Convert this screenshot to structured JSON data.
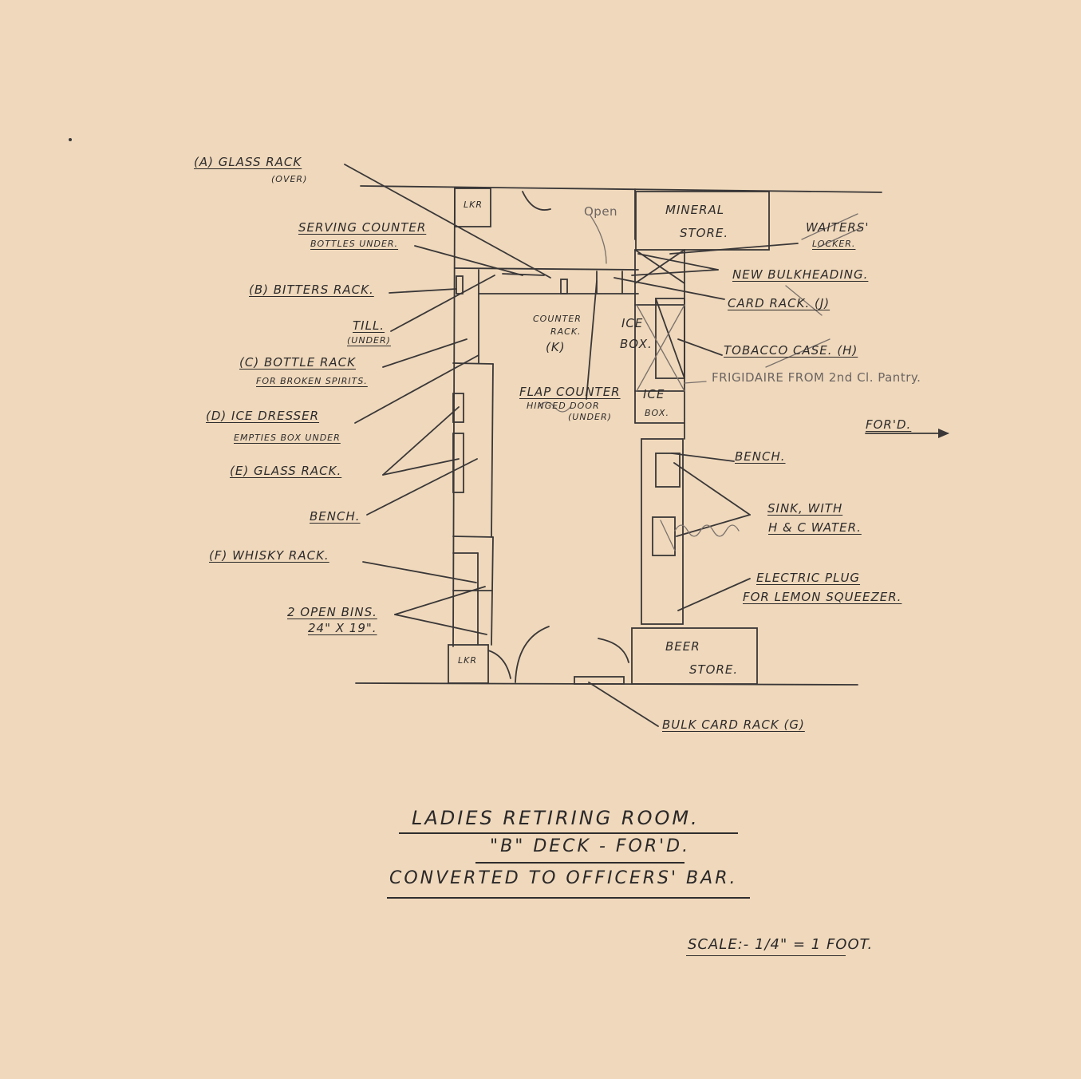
{
  "labels": {
    "a_glass_rack": "(A) Glass Rack",
    "a_over": "(over)",
    "serving_counter": "Serving Counter",
    "bottles_under": "Bottles under.",
    "b_bitters_rack": "(B) Bitters Rack.",
    "till": "Till.",
    "till_under": "(under)",
    "c_bottle_rack": "(C) Bottle Rack",
    "for_broken_spirits": "for Broken Spirits.",
    "d_ice_dresser": "(D) Ice Dresser",
    "empties_box_under": "Empties Box under",
    "e_glass_rack": "(E) Glass Rack.",
    "bench_left": "Bench.",
    "f_whisky_rack": "(F) Whisky Rack.",
    "open_bins": "2 Open Bins.",
    "open_bins_size": "24\" x 19\".",
    "locker_top": "Lkr",
    "locker_bottom": "Lkr",
    "counter_rack": "Counter",
    "counter_rack_2": "Rack.",
    "counter_rack_k": "(K)",
    "flap_counter": "Flap Counter",
    "hinged_door": "Hinged Door",
    "hinged_door_under": "(under)",
    "mineral": "Mineral",
    "mineral_store": "Store.",
    "waiters_locker_1": "Waiters'",
    "waiters_locker_2": "Locker.",
    "new_bulkheading": "New Bulkheading.",
    "card_rack": "Card Rack. (J)",
    "ice_box_1a": "Ice",
    "ice_box_1b": "Box.",
    "tobacco_case": "Tobacco Case. (H)",
    "frigidaire": "FRIGIDAIRE FROM 2nd Cl. Pantry.",
    "ice_box_2a": "Ice",
    "ice_box_2b": "Box.",
    "ford_arrow": "For'd.",
    "bench_right": "Bench.",
    "sink": "Sink, with",
    "sink_water": "H & C Water.",
    "electric_plug": "Electric Plug",
    "lemon_squeezer": "for Lemon Squeezer.",
    "beer": "Beer",
    "beer_store": "Store.",
    "bulk_card_rack": "Bulk card Rack (G)",
    "open_note": "Open"
  },
  "title": {
    "line1": "Ladies Retiring Room.",
    "line2": "\"B\" Deck - For'd.",
    "line3": "Converted to Officers' Bar.",
    "scale": "Scale:- 1/4\" = 1 Foot."
  },
  "colors": {
    "paper": "#efd8bb",
    "ink": "#2d2b2c",
    "pencil": "#6c6563"
  }
}
